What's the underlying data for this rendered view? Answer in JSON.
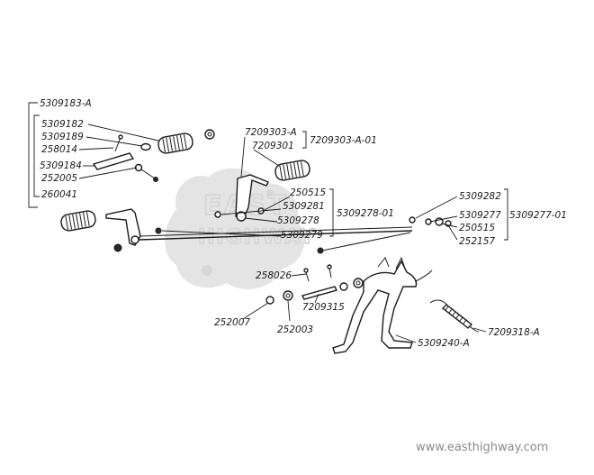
{
  "watermark": {
    "line1": "EAST",
    "line2": "HIGHWAY"
  },
  "website": "www.easthighway.com",
  "labels": {
    "p5309183A": "5309183-A",
    "p5309182": "5309182",
    "p5309189": "5309189",
    "p258014": "258014",
    "p5309184": "5309184",
    "p252005": "252005",
    "p260041": "260041",
    "p7209303A": "7209303-A",
    "p7209301": "7209301",
    "p7209303A01": "7209303-A-01",
    "p250515a": "250515",
    "p5309281": "5309281",
    "p5309278": "5309278",
    "p5309278_01": "5309278-01",
    "p5309279": "5309279",
    "p5309282": "5309282",
    "p5309277": "5309277",
    "p250515b": "250515",
    "p252157": "252157",
    "p5309277_01": "5309277-01",
    "p258026": "258026",
    "p7209315": "7209315",
    "p252007": "252007",
    "p252003": "252003",
    "p5309240A": "5309240-A",
    "p7209318A": "7209318-A"
  }
}
